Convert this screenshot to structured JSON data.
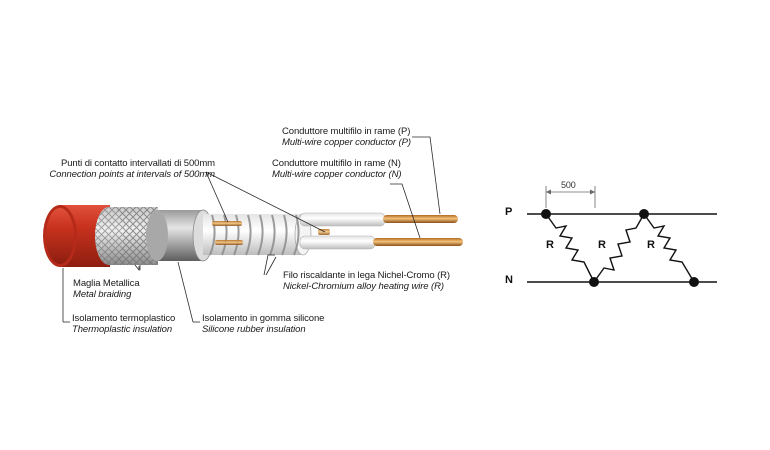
{
  "cable_labels": {
    "conductor_p": {
      "it": "Conduttore multifilo in rame (P)",
      "en": "Multi-wire copper conductor (P)"
    },
    "conductor_n": {
      "it": "Conduttore multifilo in rame (N)",
      "en": "Multi-wire copper conductor (N)"
    },
    "contact_points": {
      "it": "Punti di contatto intervallati di 500mm",
      "en": "Connection points at intervals of 500mm"
    },
    "heating_wire": {
      "it": "Filo riscaldante in lega Nichel-Cromo (R)",
      "en": "Nickel-Chromium alloy heating wire (R)"
    },
    "metal_braiding": {
      "it": "Maglia Metallica",
      "en": "Metal braiding"
    },
    "thermoplastic": {
      "it": "Isolamento termoplastico",
      "en": "Thermoplastic insulation"
    },
    "silicone": {
      "it": "Isolamento in gomma silicone",
      "en": "Silicone rubber insulation"
    }
  },
  "schematic": {
    "dimension": "500",
    "line_p": "P",
    "line_n": "N",
    "resistor_label": "R"
  },
  "colors": {
    "jacket": "#c8321e",
    "copper": "#d98a3a",
    "ink": "#111111"
  }
}
